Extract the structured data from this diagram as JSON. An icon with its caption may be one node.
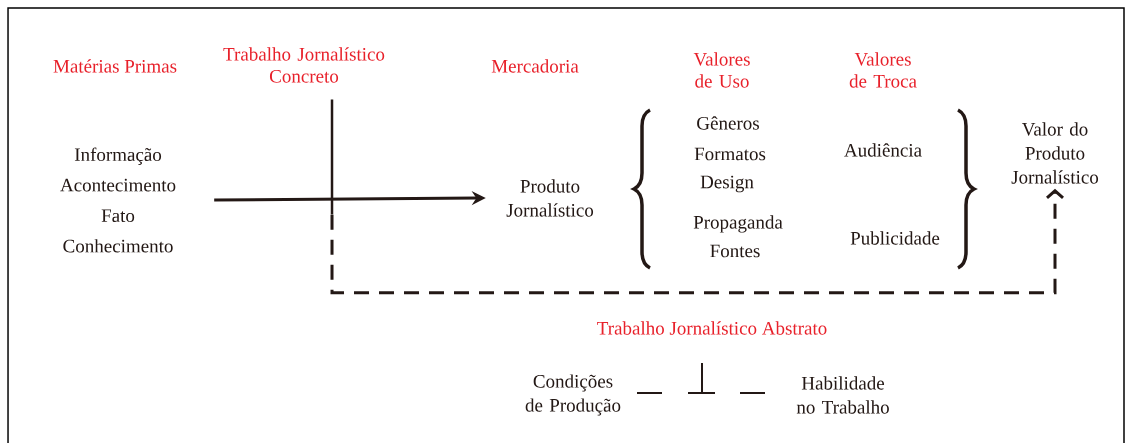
{
  "diagram": {
    "nodes": [
      {
        "text": [
          "Informação",
          "Acontecimento",
          "Fato",
          "Conhecimento"
        ]
      },
      {
        "text": [
          "Produto Jornalístico"
        ]
      },
      {
        "text": [
          "Valor do Produto Jornalístico"
        ]
      },
      {
        "text": [],
        "shape": "bar"
      }
    ],
    "edges": [
      {
        "from": 0,
        "to": 1,
        "arrow": "to"
      },
      {
        "from": 3,
        "to": 2,
        "arrow": "to",
        "style": "dashed"
      }
    ],
    "labels": [
      "Matérias Primas",
      "Trabalho Jornalístico Concreto",
      "Mercadoria",
      "Valores de Uso",
      "Valores de Troca",
      "Gêneros",
      "Formatos",
      "Design",
      "Propaganda",
      "Fontes",
      "Audiência",
      "Publicidade",
      "Trabalho Jornalístico Abstrato",
      "Condições de Produção",
      "Habilidade no Trabalho"
    ]
  }
}
